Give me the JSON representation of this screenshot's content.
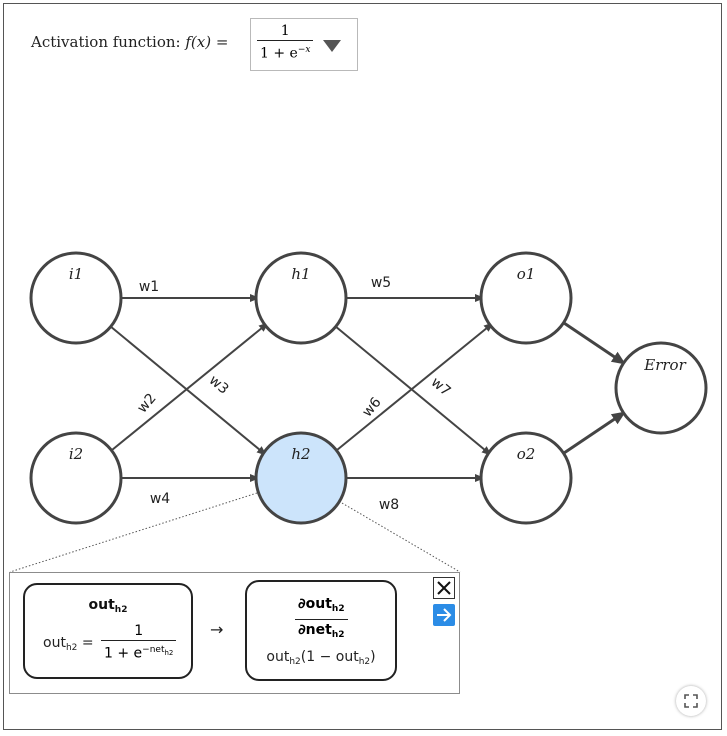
{
  "activation": {
    "label_text": "Activation function: ",
    "label_fx": "f(x) =",
    "selected": {
      "numerator": "1",
      "denominator_base": "1 + e",
      "denominator_exp": "−x"
    }
  },
  "network": {
    "nodes": [
      {
        "id": "i1",
        "label": "i1"
      },
      {
        "id": "i2",
        "label": "i2"
      },
      {
        "id": "h1",
        "label": "h1"
      },
      {
        "id": "h2",
        "label": "h2",
        "selected": true
      },
      {
        "id": "o1",
        "label": "o1"
      },
      {
        "id": "o2",
        "label": "o2"
      },
      {
        "id": "error",
        "label": "Error"
      }
    ],
    "edges": [
      {
        "from": "i1",
        "to": "h1",
        "weight": "w1"
      },
      {
        "from": "i2",
        "to": "h1",
        "weight": "w2"
      },
      {
        "from": "i1",
        "to": "h2",
        "weight": "w3"
      },
      {
        "from": "i2",
        "to": "h2",
        "weight": "w4"
      },
      {
        "from": "h1",
        "to": "o1",
        "weight": "w5"
      },
      {
        "from": "h2",
        "to": "o1",
        "weight": "w6"
      },
      {
        "from": "h1",
        "to": "o2",
        "weight": "w7"
      },
      {
        "from": "h2",
        "to": "o2",
        "weight": "w8"
      },
      {
        "from": "o1",
        "to": "error",
        "weight": ""
      },
      {
        "from": "o2",
        "to": "error",
        "weight": ""
      }
    ],
    "colors": {
      "selected_fill": "#cce4fb",
      "stroke": "#444444"
    }
  },
  "detail_panel": {
    "card1": {
      "title": "out",
      "title_sub": "h2",
      "eq_lhs": "out",
      "eq_lhs_sub": "h2",
      "eq_sign": "=",
      "eq_num": "1",
      "eq_den_base": "1 + e",
      "eq_den_exp": "−net",
      "eq_den_exp_sub": "h2"
    },
    "arrow": "→",
    "card2": {
      "num": "∂out",
      "num_sub": "h2",
      "den": "∂net",
      "den_sub": "h2",
      "expr_a": "out",
      "expr_a_sub": "h2",
      "expr_b": "(1 − out",
      "expr_b_sub": "h2",
      "expr_c": ")"
    },
    "close_icon": "close-icon",
    "next_icon": "arrow-right-icon",
    "next_color": "#2b8ce6"
  },
  "fullscreen_icon": "fullscreen-icon"
}
